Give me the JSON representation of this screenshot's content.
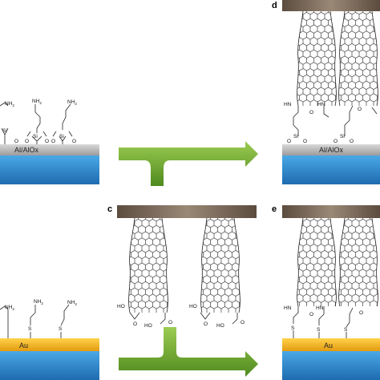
{
  "panel_letters": {
    "c": "c",
    "d": "d",
    "e": "e"
  },
  "substrates": {
    "top": "Al/AlOx",
    "bottom": "Au"
  },
  "chemistry": {
    "amine": "NH",
    "amine_sub": "2",
    "silicon": "Si",
    "oxygen": "O",
    "sulfur": "S",
    "carboxyl": "HO",
    "amide_nh": "HN",
    "carbonyl_o": "O"
  },
  "colors": {
    "substrate_blue_top": "#3d9ad9",
    "substrate_blue_dark": "#1f6fb3",
    "aloX_grey": "#b9b9b9",
    "gold": "#f2b824",
    "electrode_brown": "#7a6a5a",
    "arrow_green": "#6f9f2e"
  },
  "icons": [
    "green-arrow-icon",
    "carbon-nanotube-icon",
    "electrode-bar-icon"
  ]
}
